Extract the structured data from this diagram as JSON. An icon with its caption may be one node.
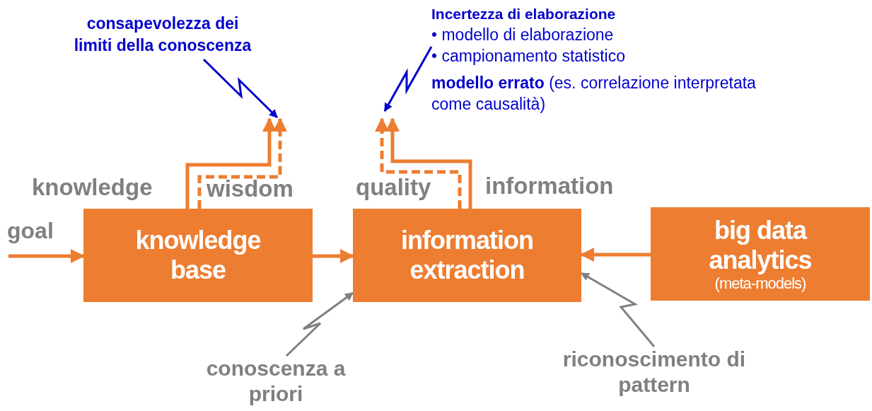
{
  "diagram": {
    "nodes": [
      {
        "text": [
          "knowledge base"
        ]
      },
      {
        "text": [
          "information extraction"
        ]
      },
      {
        "text": [
          "big data analytics",
          "(meta-models)"
        ]
      },
      {
        "text": [
          "consapevolezza dei limiti della conoscenza"
        ]
      },
      {
        "text": [
          "Incertezza di elaborazione",
          "• modello di elaborazione",
          "• campionamento statistico",
          "**modello errato** (es. correlazione interpretata come causalità)"
        ]
      },
      {
        "text": [
          "conoscenza a priori"
        ]
      },
      {
        "text": [
          "riconoscimento di pattern"
        ]
      }
    ],
    "edges": [
      {
        "from": null,
        "to": 0,
        "arrow": "to",
        "label": "goal"
      },
      {
        "from": 0,
        "to": 1,
        "arrow": "to"
      },
      {
        "from": 2,
        "to": 1,
        "arrow": "to"
      },
      {
        "from": 0,
        "to": null,
        "arrow": "to"
      },
      {
        "from": 0,
        "to": null,
        "arrow": "to",
        "style": "dashed"
      },
      {
        "from": 1,
        "to": null,
        "arrow": "to"
      },
      {
        "from": 1,
        "to": null,
        "arrow": "to",
        "style": "dashed"
      },
      {
        "from": 3,
        "to": null,
        "arrow": "to",
        "color": "#0000cc"
      },
      {
        "from": 4,
        "to": null,
        "arrow": "to",
        "color": "#0000cc"
      },
      {
        "from": 5,
        "to": 1,
        "arrow": "to",
        "color": "#808080"
      },
      {
        "from": 6,
        "to": 1,
        "arrow": "to",
        "color": "#808080"
      }
    ],
    "labels": [
      "knowledge",
      "wisdom",
      "quality",
      "information"
    ]
  }
}
